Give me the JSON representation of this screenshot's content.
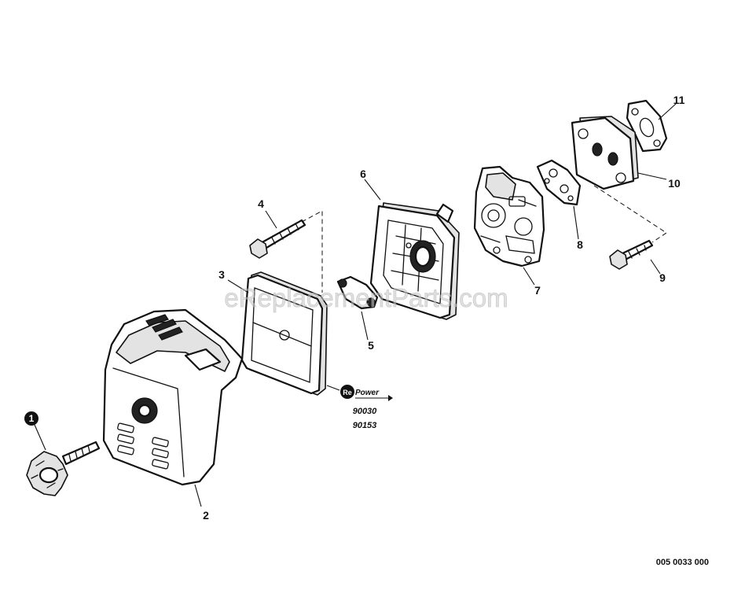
{
  "callouts": {
    "c1": "1",
    "c2": "2",
    "c3": "3",
    "c4": "4",
    "c5": "5",
    "c6": "6",
    "c7": "7",
    "c8": "8",
    "c9": "9",
    "c10": "10",
    "c11": "11"
  },
  "repower": {
    "logo_prefix": "Re",
    "logo_suffix": "Power",
    "kits": [
      "90030",
      "90153"
    ]
  },
  "drawing_number": "005 0033 000",
  "watermark": "eReplacementParts.com",
  "icons": {
    "knob": "knob-bolt-icon",
    "cover": "air-filter-cover-icon",
    "filter": "air-filter-element-icon",
    "bolt": "bolt-icon",
    "gasket": "gasket-icon",
    "base": "filter-base-icon",
    "carburetor": "carburetor-icon",
    "insulator": "insulator-block-icon"
  },
  "colors": {
    "line": "#111111",
    "watermark": "#c8c8c8",
    "background": "#ffffff"
  }
}
